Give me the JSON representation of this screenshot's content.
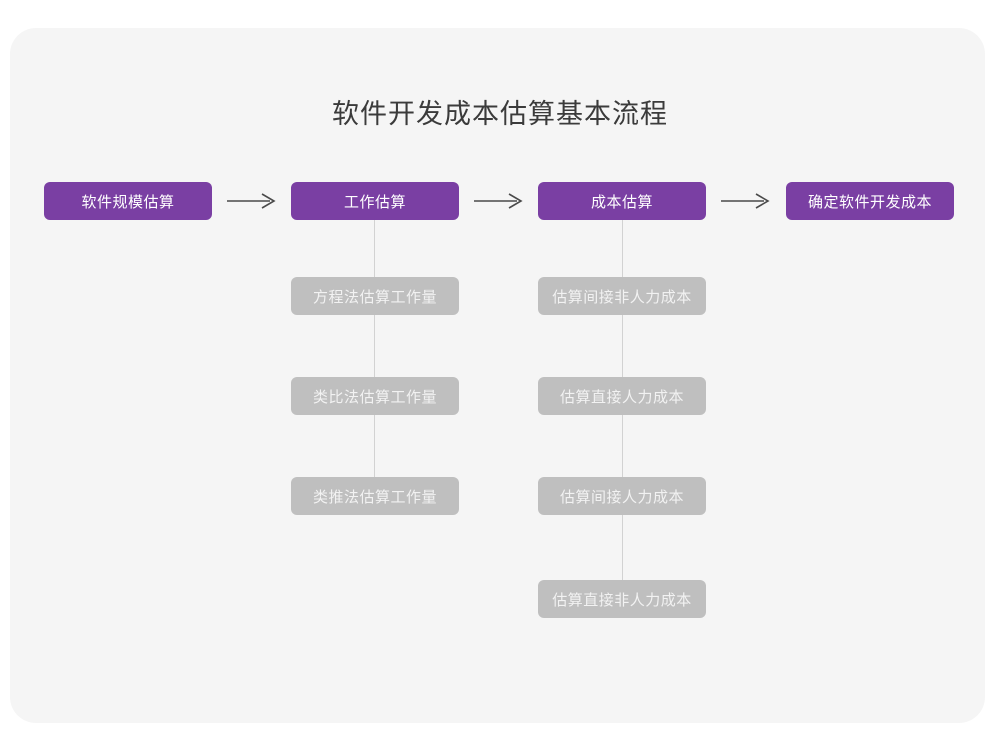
{
  "page": {
    "background": "#ffffff",
    "card_background": "#f5f5f5"
  },
  "diagram": {
    "title": "软件开发成本估算基本流程",
    "colors": {
      "primary": "#7a3fa3",
      "primary_text": "#ffffff",
      "secondary": "#bfbfbf",
      "secondary_text": "#f2f2f2",
      "connector": "#d2d2d2",
      "arrow": "#4a4a4a",
      "title_text": "#3b3b3b"
    },
    "stages": [
      {
        "id": "stage-1",
        "label": "软件规模估算"
      },
      {
        "id": "stage-2",
        "label": "工作估算"
      },
      {
        "id": "stage-3",
        "label": "成本估算"
      },
      {
        "id": "stage-4",
        "label": "确定软件开发成本"
      }
    ],
    "arrows": [
      {
        "id": "arrow-1",
        "glyph": "⟶"
      },
      {
        "id": "arrow-2",
        "glyph": "⟶"
      },
      {
        "id": "arrow-3",
        "glyph": "⟶"
      }
    ],
    "substeps_work": [
      {
        "id": "work-1",
        "label": "方程法估算工作量"
      },
      {
        "id": "work-2",
        "label": "类比法估算工作量"
      },
      {
        "id": "work-3",
        "label": "类推法估算工作量"
      }
    ],
    "substeps_cost": [
      {
        "id": "cost-1",
        "label": "估算间接非人力成本"
      },
      {
        "id": "cost-2",
        "label": "估算直接人力成本"
      },
      {
        "id": "cost-3",
        "label": "估算间接人力成本"
      },
      {
        "id": "cost-4",
        "label": "估算直接非人力成本"
      }
    ]
  }
}
